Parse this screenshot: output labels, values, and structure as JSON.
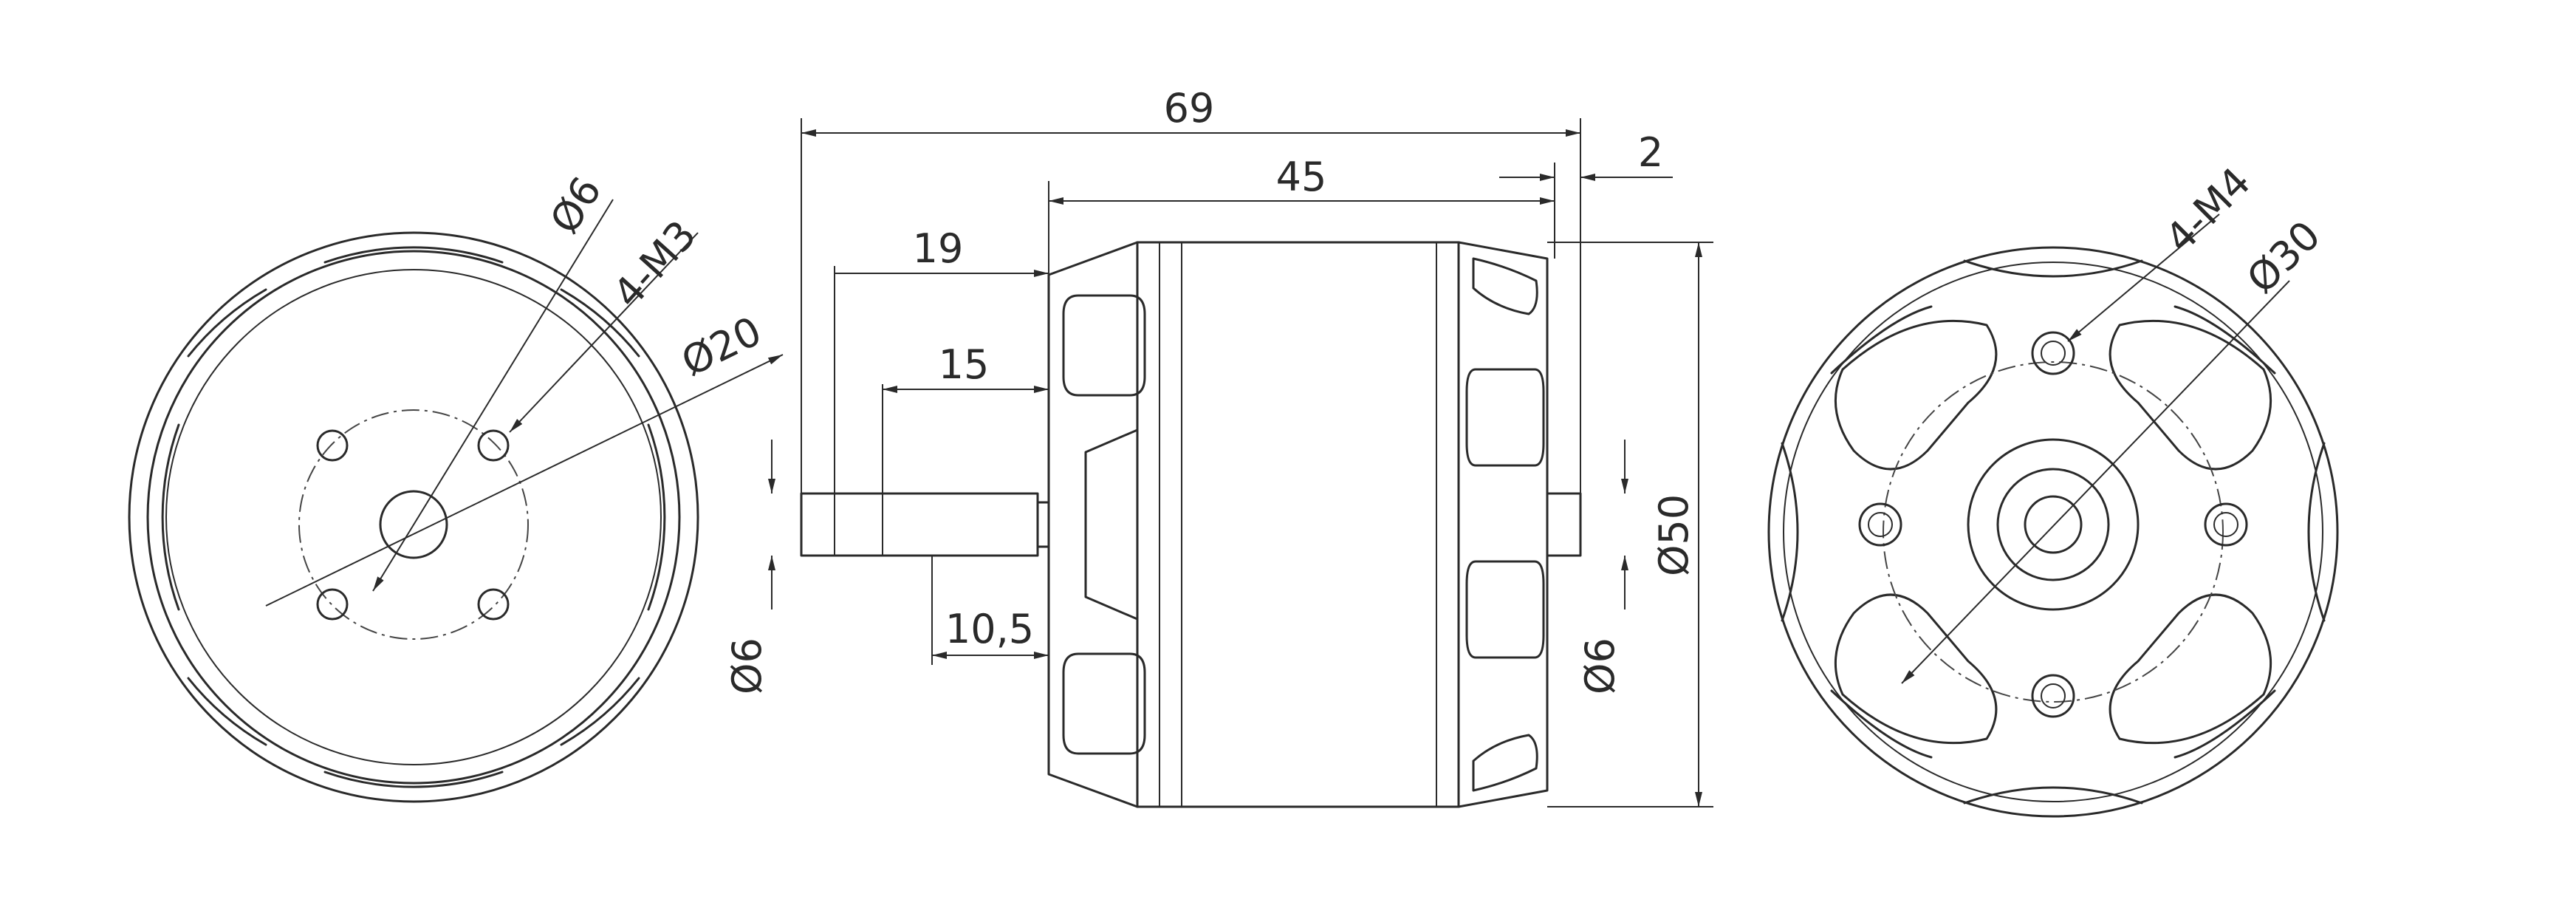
{
  "front_view": {
    "dims": {
      "shaft_dia": "Ø6",
      "mount_thread": "4-M3",
      "bolt_circle": "Ø20"
    }
  },
  "side_view": {
    "dims": {
      "overall_length": "69",
      "body_length": "45",
      "rear_stub": "2",
      "shaft_19": "19",
      "shaft_15": "15",
      "shaft_10_5": "10,5",
      "front_shaft_dia": "Ø6",
      "rear_shaft_dia": "Ø6",
      "body_dia": "Ø50"
    }
  },
  "rear_view": {
    "dims": {
      "mount_thread": "4-M4",
      "bolt_circle": "Ø30"
    }
  },
  "colors": {
    "line": "#2a2a2a",
    "background": "#ffffff"
  }
}
